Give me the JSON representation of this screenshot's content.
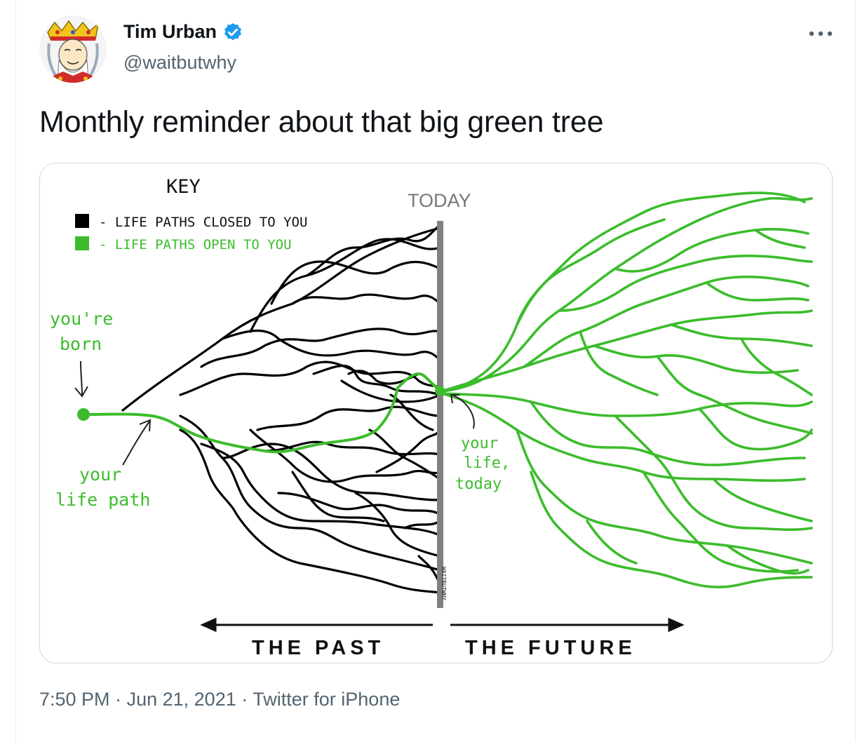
{
  "tweet": {
    "author_name": "Tim Urban",
    "author_handle": "@waitbutwhy",
    "verified": true,
    "avatar_icon": "king-of-hearts-card-avatar",
    "more_icon": "more-dots-icon",
    "text": "Monthly reminder about that big green tree",
    "time": "7:50 PM",
    "separator": "·",
    "date": "Jun 21, 2021",
    "source": "Twitter for iPhone"
  },
  "diagram": {
    "key_title": "KEY",
    "key_closed": "- LIFE PATHS CLOSED TO YOU",
    "key_open": "- LIFE PATHS OPEN TO YOU",
    "today_label": "TODAY",
    "born_line1": "you're",
    "born_line2": "born",
    "path_line1": "your",
    "path_line2": "life path",
    "today_line1": "your",
    "today_line2": "life,",
    "today_line3": "today",
    "past_label": "THE  PAST",
    "future_label": "THE  FUTURE",
    "signature": "WAITBUTWHY",
    "colors": {
      "closed": "#000000",
      "open": "#3cbc2c",
      "today_bar": "#808080"
    }
  }
}
